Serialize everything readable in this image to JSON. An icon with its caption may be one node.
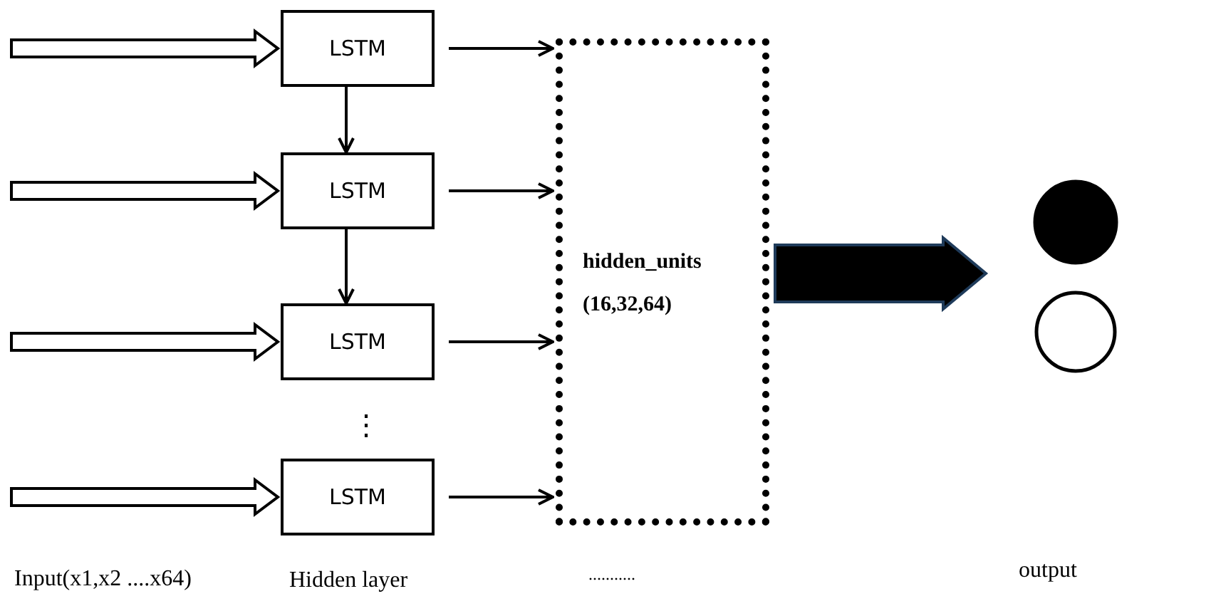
{
  "diagram": {
    "nodes": [
      {
        "text": [
          "LSTM"
        ]
      },
      {
        "text": [
          "LSTM"
        ]
      },
      {
        "text": [
          "LSTM"
        ]
      },
      {
        "text": [
          "LSTM"
        ]
      },
      {
        "text": [
          "hidden_units",
          "(16,32,64)"
        ]
      },
      {
        "text": [],
        "shape": "circle"
      },
      {
        "text": [],
        "shape": "circle"
      }
    ],
    "edges": [
      {
        "from": null,
        "to": 0,
        "arrow": "to",
        "style": "thick"
      },
      {
        "from": null,
        "to": 1,
        "arrow": "to",
        "style": "thick"
      },
      {
        "from": null,
        "to": 2,
        "arrow": "to",
        "style": "thick"
      },
      {
        "from": null,
        "to": 3,
        "arrow": "to",
        "style": "thick"
      },
      {
        "from": 0,
        "to": 1,
        "arrow": "to"
      },
      {
        "from": 1,
        "to": 2,
        "arrow": "to"
      },
      {
        "from": 0,
        "to": 4,
        "arrow": "to"
      },
      {
        "from": 1,
        "to": 4,
        "arrow": "to"
      },
      {
        "from": 2,
        "to": 4,
        "arrow": "to"
      },
      {
        "from": 3,
        "to": 4,
        "arrow": "to"
      },
      {
        "from": 4,
        "to": null,
        "arrow": "to",
        "style": "thick",
        "color": "#000000"
      }
    ],
    "labels": [
      "⋮",
      "Input(x1,x2 ....x64)",
      "Hidden layer",
      "...........",
      "output"
    ]
  }
}
